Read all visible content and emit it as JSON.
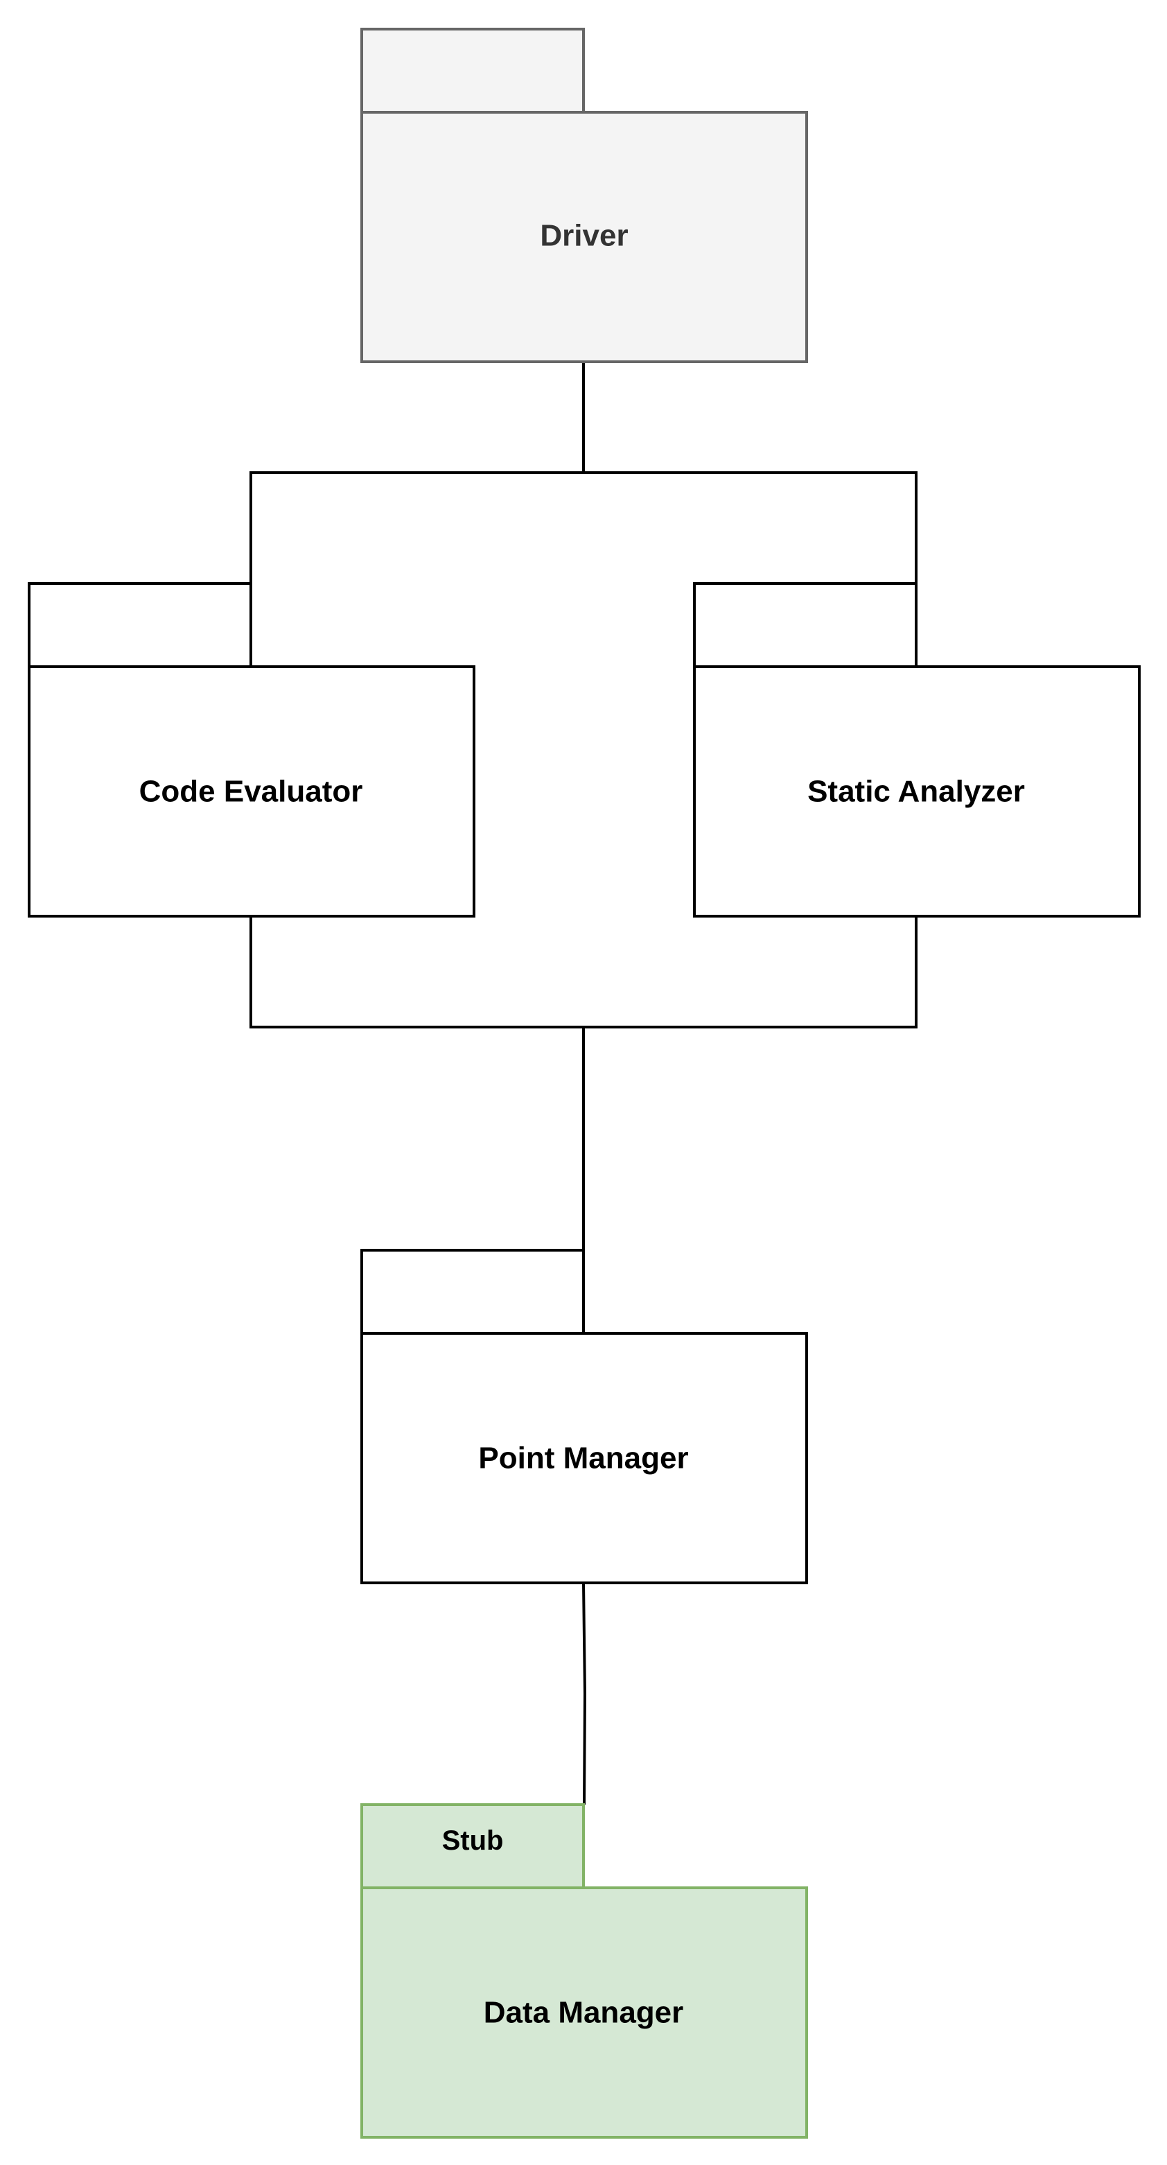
{
  "colors": {
    "driver_fill": "#f4f4f4",
    "driver_stroke": "#666666",
    "driver_text": "#333333",
    "default_fill": "#ffffff",
    "default_stroke": "#000000",
    "default_text": "#000000",
    "stub_fill": "#d5e8d4",
    "stub_stroke": "#82b366"
  },
  "packages": {
    "driver": {
      "label": "Driver",
      "tab_label": ""
    },
    "code_evaluator": {
      "label": "Code Evaluator",
      "tab_label": ""
    },
    "static_analyzer": {
      "label": "Static Analyzer",
      "tab_label": ""
    },
    "point_manager": {
      "label": "Point Manager",
      "tab_label": ""
    },
    "data_manager": {
      "label": "Data Manager",
      "tab_label": "Stub"
    }
  }
}
